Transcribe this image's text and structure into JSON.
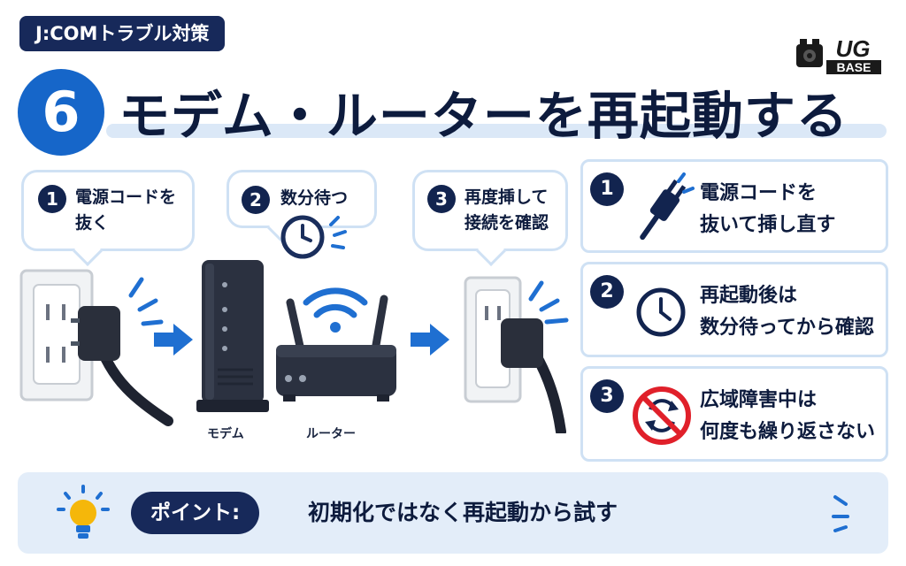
{
  "header": {
    "tag": "J:COMトラブル対策",
    "step_number": "6",
    "title": "モデム・ルーターを再起動する",
    "logo_lines": [
      "UG",
      "BASE"
    ]
  },
  "steps": [
    {
      "num": "1",
      "lines": [
        "電源コードを",
        "抜く"
      ]
    },
    {
      "num": "2",
      "lines": [
        "数分待つ"
      ]
    },
    {
      "num": "3",
      "lines": [
        "再度挿して",
        "接続を確認"
      ]
    }
  ],
  "devices": {
    "modem": "モデム",
    "router": "ルーター"
  },
  "tips": [
    {
      "num": "1",
      "icon": "plug-icon",
      "lines": [
        "電源コードを",
        "抜いて挿し直す"
      ]
    },
    {
      "num": "2",
      "icon": "clock-icon",
      "lines": [
        "再起動後は",
        "数分待ってから確認"
      ]
    },
    {
      "num": "3",
      "icon": "no-repeat-icon",
      "lines": [
        "広域障害中は",
        "何度も繰り返さない"
      ]
    }
  ],
  "point": {
    "label": "ポイント:",
    "text": "初期化ではなく再起動から試す"
  },
  "colors": {
    "navy": "#12244f",
    "blue": "#1666c9",
    "light": "#e3edf9",
    "red": "#e0202a"
  }
}
